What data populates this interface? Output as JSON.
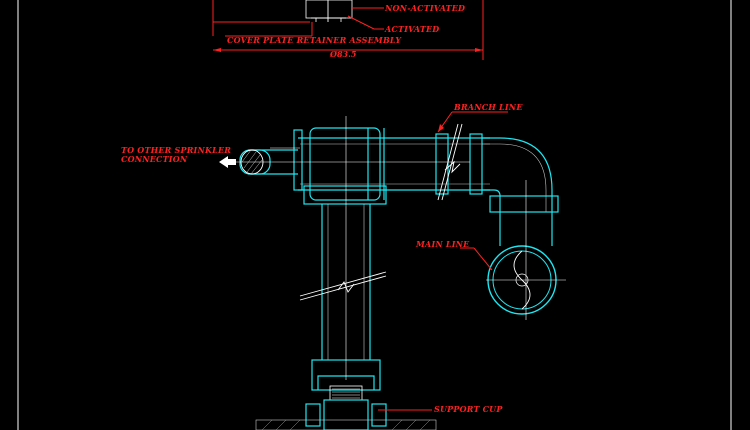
{
  "drawing": {
    "labels": {
      "non_activated": "NON-ACTIVATED",
      "activated": "ACTIVATED",
      "cover_plate": "COVER PLATE RETAINER ASSEMBLY",
      "dimension": "Ø83.5",
      "branch_line": "BRANCH LINE",
      "to_other_line1": "TO OTHER SPRINKLER",
      "to_other_line2": "CONNECTION",
      "main_line": "MAIN LINE",
      "support_cup": "SUPPORT CUP"
    },
    "colors": {
      "background": "#000000",
      "pipe": "#1ee6f0",
      "annotation": "#ff2020",
      "centerline": "#ffffff"
    }
  }
}
